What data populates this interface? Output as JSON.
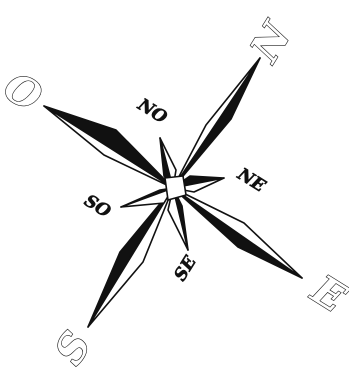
{
  "compass": {
    "cardinal": {
      "north": "N",
      "east": "E",
      "south": "S",
      "west": "O"
    },
    "intercardinal": {
      "northeast": "NE",
      "southeast": "SE",
      "southwest": "SO",
      "northwest": "NO"
    },
    "colors": {
      "ink": "#111111",
      "background": "#ffffff"
    }
  }
}
